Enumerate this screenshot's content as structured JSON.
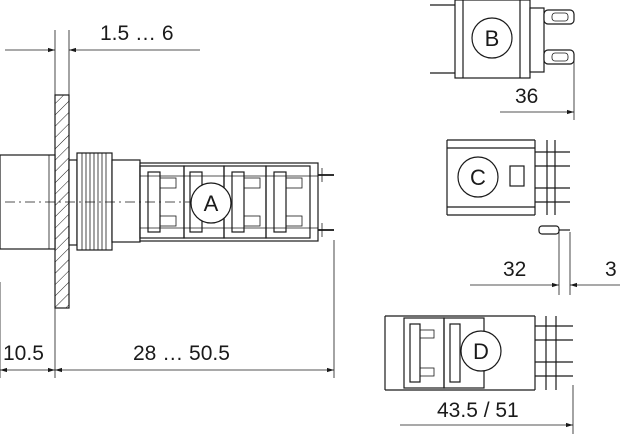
{
  "dimensions": {
    "panel_thickness": "1.5 … 6",
    "front_depth": "10.5",
    "body_length": "28 … 50.5",
    "variant_b_length": "36",
    "variant_c_length": "32",
    "variant_c_terminal": "3",
    "variant_d_length": "43.5 / 51"
  },
  "callouts": {
    "a": "A",
    "b": "B",
    "c": "C",
    "d": "D"
  }
}
